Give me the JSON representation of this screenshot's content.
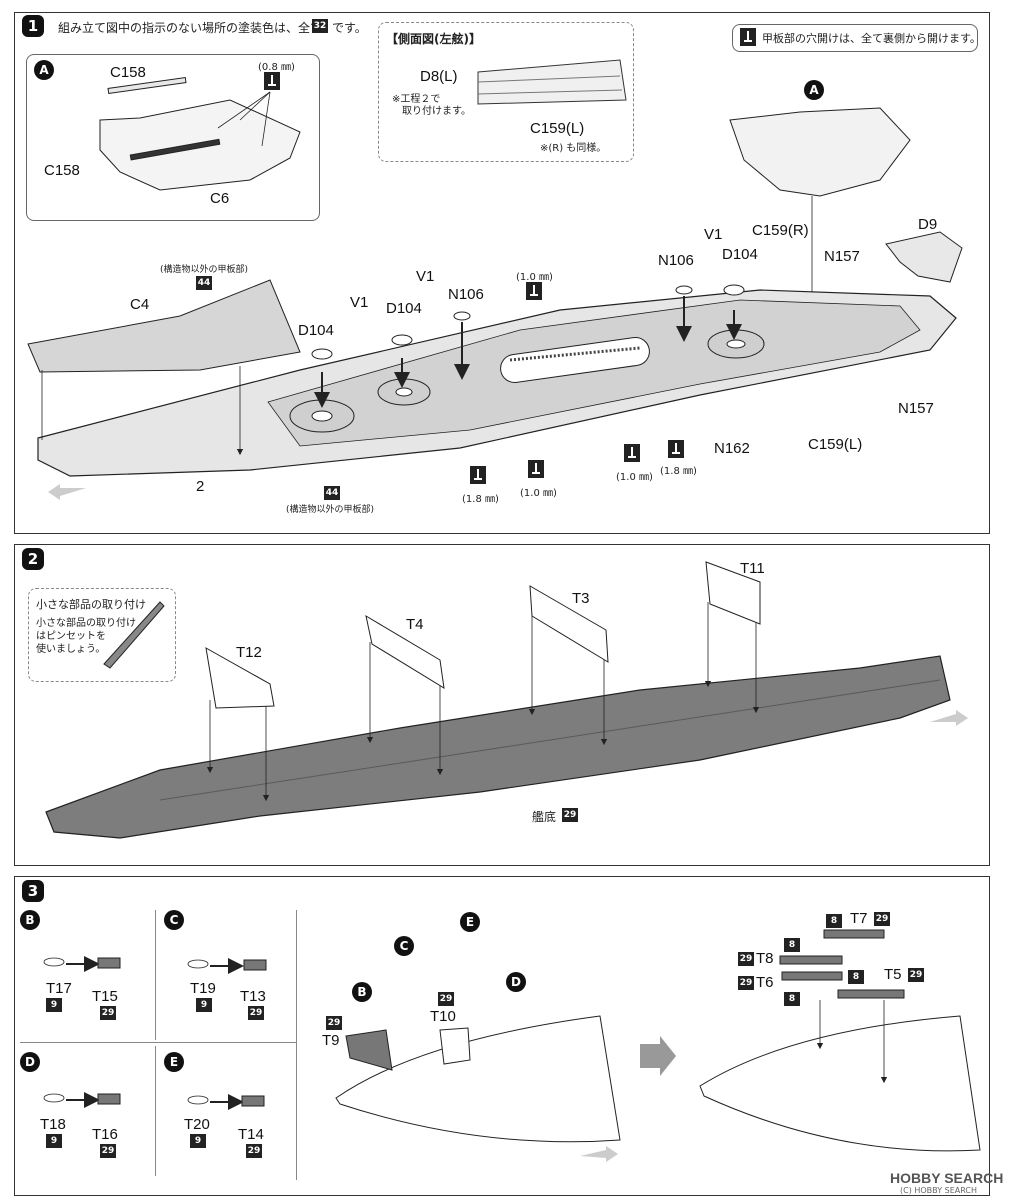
{
  "step1": {
    "number": "1",
    "note": "組み立て図中の指示のない場所の塗装色は、全て",
    "note_color": "32",
    "note_end": "です。",
    "hole_note": "甲板部の穴開けは、全て裏側から開けます。",
    "subA": {
      "circle": "A",
      "hole_size": "(0.8 ㎜)",
      "parts": [
        "C158",
        "C158",
        "C6"
      ]
    },
    "side_view": {
      "title": "【側面図(左舷)】",
      "part_d8": "D8(L)",
      "note1": "※工程２で",
      "note2": "取り付けます。",
      "part_c159": "C159(L)",
      "note3": "※(R) も同様。"
    },
    "main": {
      "circleA": "A",
      "deck_note": "(構造物以外の甲板部)",
      "deck_color": "44",
      "deck_note2": "(構造物以外の甲板部)",
      "deck_color2": "44",
      "labels": {
        "c4": "C4",
        "v1a": "V1",
        "v1b": "V1",
        "v1c": "V1",
        "d104a": "D104",
        "d104b": "D104",
        "d104c": "D104",
        "n106a": "N106",
        "n106b": "N106",
        "c159r": "C159(R)",
        "d9": "D9",
        "n157a": "N157",
        "n157b": "N157",
        "n162": "N162",
        "c159l": "C159(L)",
        "part2": "2"
      },
      "hole_sizes": {
        "h10a": "(1.0 ㎜)",
        "h18a": "(1.8 ㎜)",
        "h10b": "(1.0 ㎜)",
        "h10c": "(1.0 ㎜)",
        "h18b": "(1.8 ㎜)"
      }
    }
  },
  "step2": {
    "number": "2",
    "tip_title": "小さな部品の取り付け",
    "tip_line1": "小さな部品の取り付け",
    "tip_line2": "はピンセットを",
    "tip_line3": "使いましょう。",
    "parts": [
      "T12",
      "T4",
      "T3",
      "T11"
    ],
    "hull_label": "艦底",
    "hull_color": "29"
  },
  "step3": {
    "number": "3",
    "groups": [
      {
        "circle": "B",
        "from": "T17",
        "from_color": "9",
        "to": "T15",
        "to_color": "29"
      },
      {
        "circle": "C",
        "from": "T19",
        "from_color": "9",
        "to": "T13",
        "to_color": "29"
      },
      {
        "circle": "D",
        "from": "T18",
        "from_color": "9",
        "to": "T16",
        "to_color": "29"
      },
      {
        "circle": "E",
        "from": "T20",
        "from_color": "9",
        "to": "T14",
        "to_color": "29"
      }
    ],
    "mid": {
      "c_c": "C",
      "c_e": "E",
      "c_b": "B",
      "c_d": "D",
      "t10": "T10",
      "t10_color": "29",
      "t9": "T9",
      "t9_color": "29"
    },
    "right": {
      "t7": "T7",
      "t7_c1": "8",
      "t7_c2": "29",
      "t8": "T8",
      "t8_c1": "29",
      "t8_c2": "8",
      "t6": "T6",
      "t6_c1": "29",
      "t6_c2": "8",
      "t5": "T5",
      "t5_c1": "8",
      "t5_c2": "29"
    }
  },
  "watermark": {
    "brand": "HOBBY SEARCH",
    "copyright": "(C) HOBBY SEARCH"
  }
}
